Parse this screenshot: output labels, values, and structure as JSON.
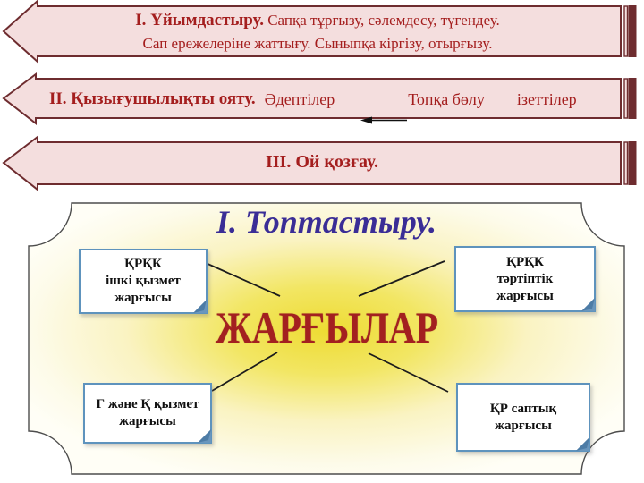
{
  "slide": {
    "banners": [
      {
        "heading": "I. Ұйымдастыру.",
        "body_line1": "Сапқа тұрғызу, сәлемдесу, түгендеу.",
        "body_line2": "Сап ережелеріне жаттығу. Сыныпқа кіргізу, отырғызу."
      },
      {
        "heading": "II. Қызығушылықты ояту.",
        "items": [
          "Әдептілер",
          "Топқа бөлу",
          "ізеттілер"
        ]
      },
      {
        "heading": "III. Ой қозғау."
      }
    ],
    "panel": {
      "title": "I. Топтастыру.",
      "center_term": "ЖАРҒЫЛАР",
      "notes": [
        {
          "position": "top-left",
          "label": "ҚРҚК\nішкі қызмет\nжарғысы"
        },
        {
          "position": "top-right",
          "label": "ҚРҚК\nтәртіптік\nжарғысы"
        },
        {
          "position": "bottom-left",
          "label": "Г және Қ қызмет\nжарғысы"
        },
        {
          "position": "bottom-right",
          "label": "ҚР саптық\nжарғысы"
        }
      ]
    },
    "colors": {
      "banner_fill": "#f4dede",
      "banner_border": "#6e2c2f",
      "banner_text": "#a41e1e",
      "panel_border": "#4d4d4d",
      "panel_glow": "#eedb33",
      "panel_bg": "#fffef6",
      "title_color": "#3a2d96",
      "term_color": "#a32020",
      "note_border": "#5e93bd",
      "connector": "#1c1c1c"
    }
  }
}
